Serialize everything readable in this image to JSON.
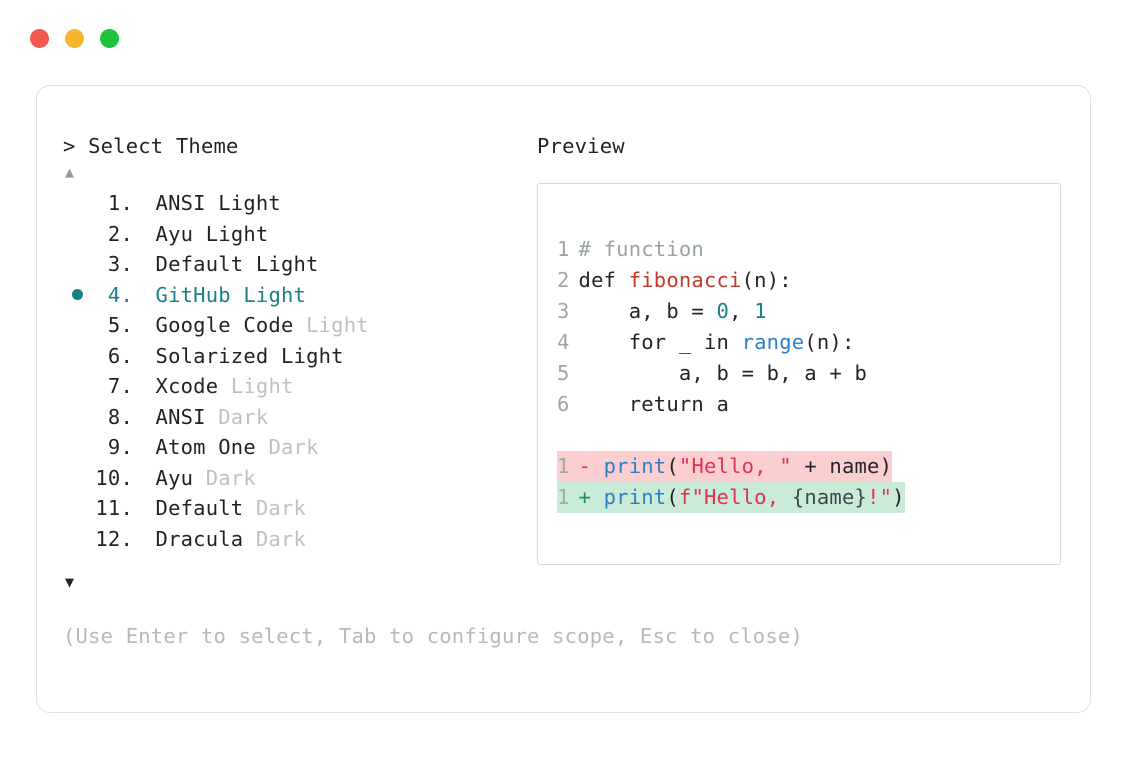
{
  "window": {
    "traffic_lights": [
      {
        "name": "close",
        "color": "#f4584f"
      },
      {
        "name": "minimize",
        "color": "#f5b52c"
      },
      {
        "name": "maximize",
        "color": "#1fc23b"
      }
    ]
  },
  "left": {
    "prompt": "> Select Theme",
    "scroll_up_glyph": "▲",
    "scroll_down_glyph": "▼",
    "selected_index": 4,
    "items": [
      {
        "index": "1.",
        "name": "ANSI",
        "variant": "Light",
        "variant_muted": false,
        "selected": false
      },
      {
        "index": "2.",
        "name": "Ayu",
        "variant": "Light",
        "variant_muted": false,
        "selected": false
      },
      {
        "index": "3.",
        "name": "Default",
        "variant": "Light",
        "variant_muted": false,
        "selected": false
      },
      {
        "index": "4.",
        "name": "GitHub",
        "variant": "Light",
        "variant_muted": false,
        "selected": true
      },
      {
        "index": "5.",
        "name": "Google Code",
        "variant": "Light",
        "variant_muted": true,
        "selected": false
      },
      {
        "index": "6.",
        "name": "Solarized",
        "variant": "Light",
        "variant_muted": false,
        "selected": false
      },
      {
        "index": "7.",
        "name": "Xcode",
        "variant": "Light",
        "variant_muted": true,
        "selected": false
      },
      {
        "index": "8.",
        "name": "ANSI",
        "variant": "Dark",
        "variant_muted": true,
        "selected": false
      },
      {
        "index": "9.",
        "name": "Atom One",
        "variant": "Dark",
        "variant_muted": true,
        "selected": false
      },
      {
        "index": "10.",
        "name": "Ayu",
        "variant": "Dark",
        "variant_muted": true,
        "selected": false
      },
      {
        "index": "11.",
        "name": "Default",
        "variant": "Dark",
        "variant_muted": true,
        "selected": false
      },
      {
        "index": "12.",
        "name": "Dracula",
        "variant": "Dark",
        "variant_muted": true,
        "selected": false
      }
    ],
    "hint": "(Use Enter to select, Tab to configure scope, Esc to close)"
  },
  "right": {
    "preview_label": "Preview",
    "code_lines": [
      {
        "ln": "1",
        "tokens": [
          {
            "t": "# function",
            "c": "tok-comment"
          }
        ]
      },
      {
        "ln": "2",
        "tokens": [
          {
            "t": "def ",
            "c": "tok-plain"
          },
          {
            "t": "fibonacci",
            "c": "tok-func"
          },
          {
            "t": "(n):",
            "c": "tok-plain"
          }
        ]
      },
      {
        "ln": "3",
        "tokens": [
          {
            "t": "    a, b = ",
            "c": "tok-plain"
          },
          {
            "t": "0",
            "c": "tok-num"
          },
          {
            "t": ", ",
            "c": "tok-plain"
          },
          {
            "t": "1",
            "c": "tok-num"
          }
        ]
      },
      {
        "ln": "4",
        "tokens": [
          {
            "t": "    for _ in ",
            "c": "tok-plain"
          },
          {
            "t": "range",
            "c": "tok-builtin"
          },
          {
            "t": "(n):",
            "c": "tok-plain"
          }
        ]
      },
      {
        "ln": "5",
        "tokens": [
          {
            "t": "        a, b = b, a + b",
            "c": "tok-plain"
          }
        ]
      },
      {
        "ln": "6",
        "tokens": [
          {
            "t": "    return a",
            "c": "tok-plain"
          }
        ]
      }
    ],
    "diff_lines": [
      {
        "ln": "1",
        "kind": "del",
        "marker": "- ",
        "tokens": [
          {
            "t": "print",
            "c": "tok-builtin"
          },
          {
            "t": "(",
            "c": "tok-plain"
          },
          {
            "t": "\"Hello, \"",
            "c": "tok-str"
          },
          {
            "t": " + name)",
            "c": "tok-plain"
          }
        ]
      },
      {
        "ln": "1",
        "kind": "add",
        "marker": "+ ",
        "tokens": [
          {
            "t": "print",
            "c": "tok-builtin"
          },
          {
            "t": "(",
            "c": "tok-plain"
          },
          {
            "t": "f\"Hello, ",
            "c": "tok-str"
          },
          {
            "t": "{name}",
            "c": "tok-interp"
          },
          {
            "t": "!\"",
            "c": "tok-str"
          },
          {
            "t": ")",
            "c": "tok-plain"
          }
        ]
      }
    ]
  },
  "colors": {
    "accent": "#19808a",
    "diff_del_bg": "#fbcfcf",
    "diff_add_bg": "#c9ebd7",
    "muted_text": "#bdc1c6",
    "card_border": "#e0e0e0"
  }
}
